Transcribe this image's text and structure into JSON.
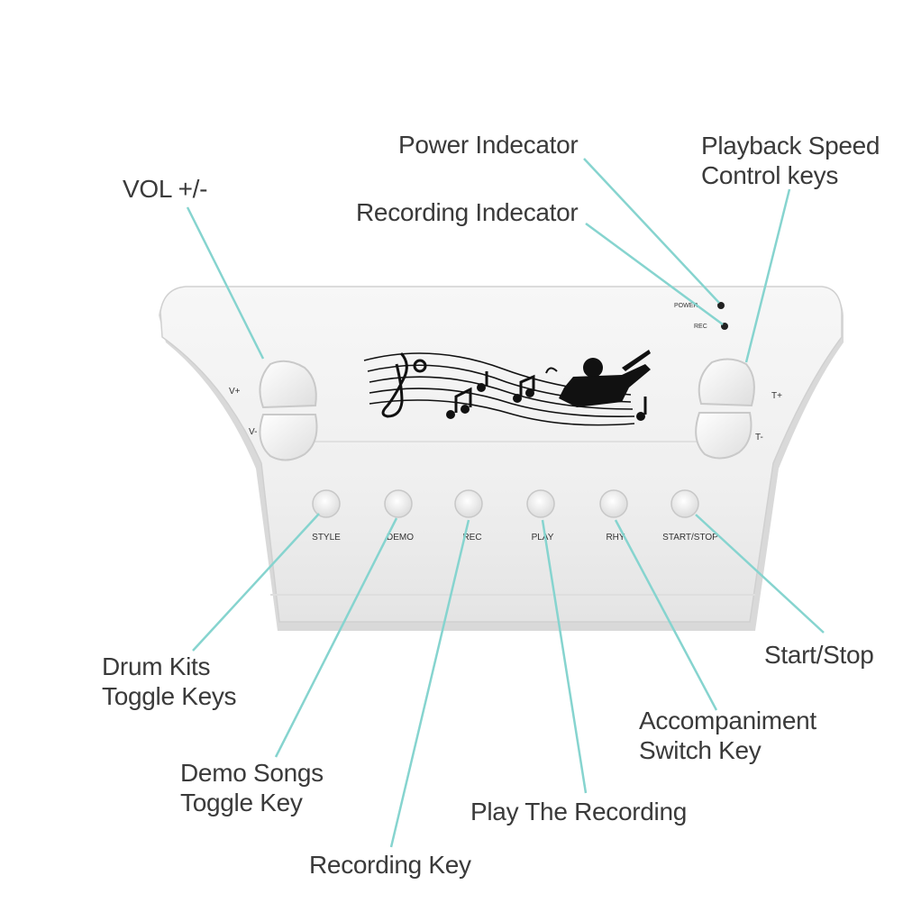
{
  "callouts": {
    "power_indicator": "Power Indecator",
    "recording_indicator": "Recording Indecator",
    "playback_speed": [
      "Playback Speed",
      "Control keys"
    ],
    "volume": "VOL +/-",
    "drum_kits": [
      "Drum Kits",
      "Toggle Keys"
    ],
    "demo_songs": [
      "Demo Songs",
      "Toggle Key"
    ],
    "recording_key": "Recording Key",
    "play_recording": "Play The Recording",
    "accompaniment": [
      "Accompaniment",
      "Switch Key"
    ],
    "start_stop": "Start/Stop"
  },
  "device": {
    "power_label": "POWER",
    "rec_label": "REC",
    "vol_up": "V+",
    "vol_down": "V-",
    "tempo_up": "T+",
    "tempo_down": "T-",
    "buttons": [
      "STYLE",
      "DEMO",
      "REC",
      "PLAY",
      "RHY",
      "START/STOP"
    ]
  },
  "colors": {
    "leader_line": "#86d4cf",
    "device_body": "#f1f1f1",
    "device_shadow": "#d6d6d6",
    "button_face": "#f4f4f4"
  }
}
